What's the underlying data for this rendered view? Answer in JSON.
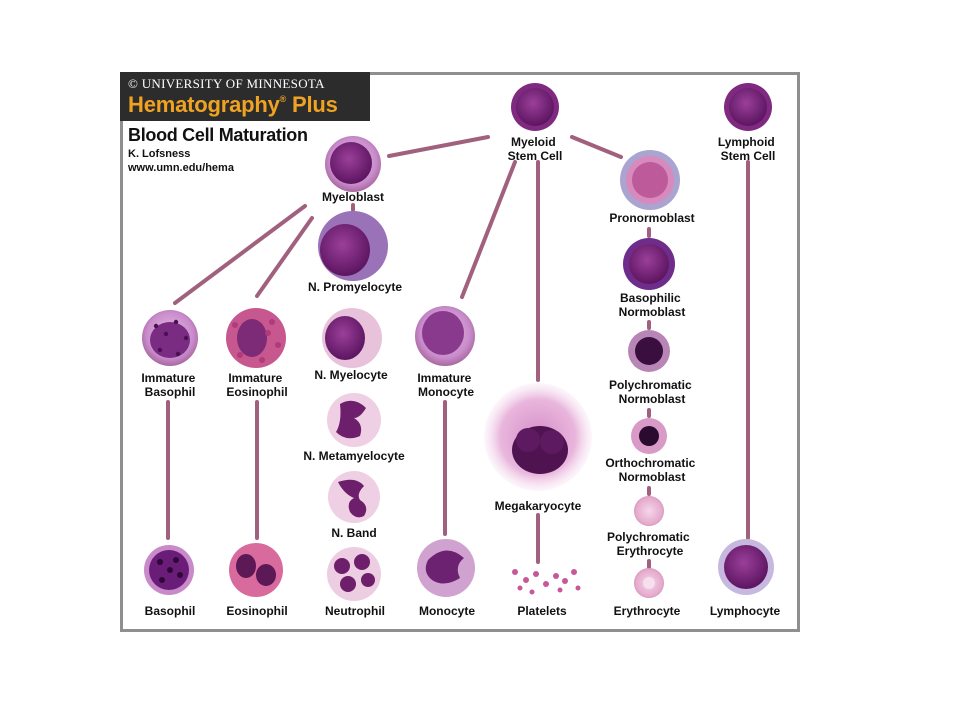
{
  "header": {
    "copyright": "© UNIVERSITY OF MINNESOTA",
    "brand": "Hematography",
    "brand_mark": "®",
    "brand_suffix": "Plus",
    "title": "Blood Cell Maturation",
    "author": "K. Lofsness",
    "url": "www.umn.edu/hema"
  },
  "colors": {
    "connector": "#a0607e",
    "nucleus": "#6b1f6d",
    "cytoplasm": "#c98ccc",
    "banner_text": "#f0a322"
  },
  "cells": {
    "myeloid_stem": [
      "Myeloid",
      "Stem Cell"
    ],
    "lymphoid_stem": [
      "Lymphoid",
      "Stem Cell"
    ],
    "myeloblast": [
      "Myeloblast"
    ],
    "promyelocyte": [
      "N. Promyelocyte"
    ],
    "immature_basophil": [
      "Immature",
      "Basophil"
    ],
    "immature_eosinophil": [
      "Immature",
      "Eosinophil"
    ],
    "myelocyte": [
      "N. Myelocyte"
    ],
    "immature_monocyte": [
      "Immature",
      "Monocyte"
    ],
    "metamyelocyte": [
      "N. Metamyelocyte"
    ],
    "band": [
      "N. Band"
    ],
    "megakaryocyte": [
      "Megakaryocyte"
    ],
    "pronormoblast": [
      "Pronormoblast"
    ],
    "basophilic_normoblast": [
      "Basophilic",
      "Normoblast"
    ],
    "polychromatic_normoblast": [
      "Polychromatic",
      "Normoblast"
    ],
    "orthochromatic_normoblast": [
      "Orthochromatic",
      "Normoblast"
    ],
    "polychromatic_erythrocyte": [
      "Polychromatic",
      "Erythrocyte"
    ],
    "basophil": [
      "Basophil"
    ],
    "eosinophil": [
      "Eosinophil"
    ],
    "neutrophil": [
      "Neutrophil"
    ],
    "monocyte": [
      "Monocyte"
    ],
    "platelets": [
      "Platelets"
    ],
    "erythrocyte": [
      "Erythrocyte"
    ],
    "lymphocyte": [
      "Lymphocyte"
    ]
  }
}
